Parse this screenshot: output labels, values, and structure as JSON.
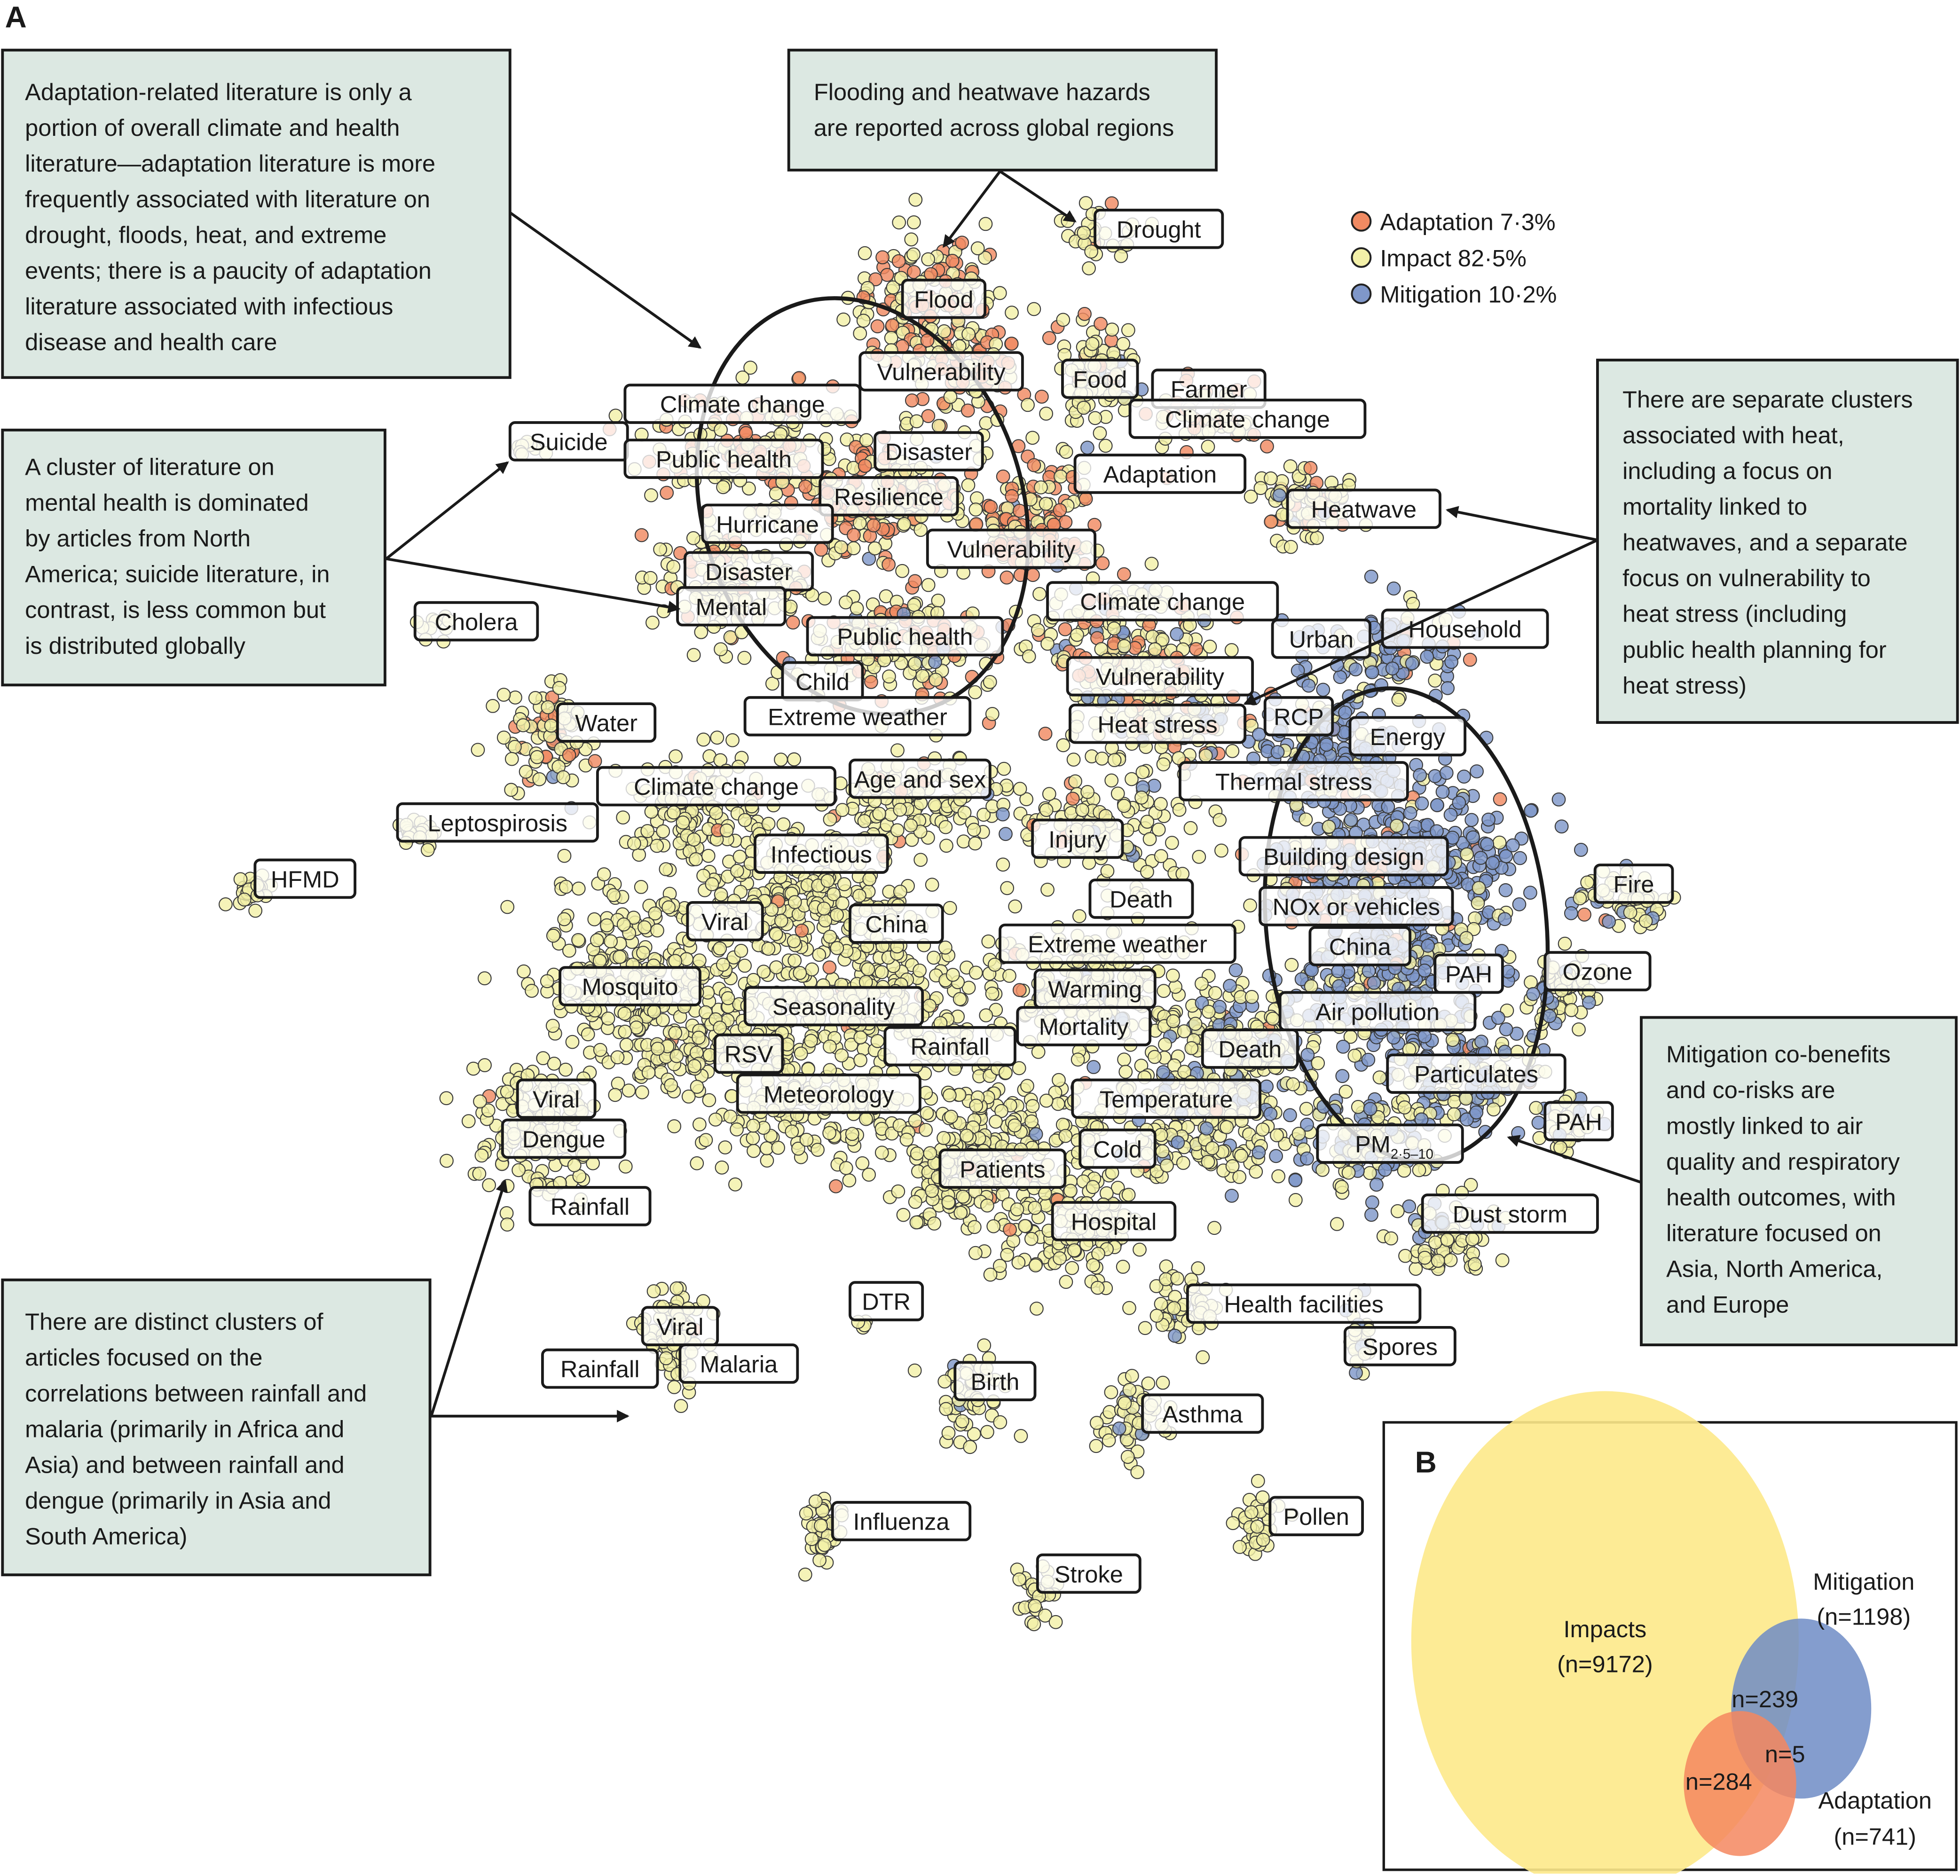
{
  "figure": {
    "panel_a_letter": "A",
    "panel_b_letter": "B"
  },
  "legend": {
    "items": [
      {
        "label": "Adaptation 7·3%",
        "category": "adaptation",
        "color": "#f08a62"
      },
      {
        "label": "Impact 82·5%",
        "category": "impact",
        "color": "#f3f0a8"
      },
      {
        "label": "Mitigation 10·2%",
        "category": "mitigation",
        "color": "#7f97c9"
      }
    ]
  },
  "callouts": {
    "adaptation": {
      "lines": [
        "Adaptation-related literature is only a",
        "portion of overall climate and health",
        "literature—adaptation literature is more",
        "frequently associated with literature on",
        "drought, floods, heat, and extreme",
        "events; there is a paucity of adaptation",
        "literature associated with infectious",
        "disease and health care"
      ]
    },
    "flooding": {
      "lines": [
        "Flooding and heatwave hazards",
        "are reported across global regions"
      ]
    },
    "mental": {
      "lines": [
        "A cluster of literature on",
        "mental health is dominated",
        "by articles from North",
        "America; suicide literature, in",
        "contrast, is less common but",
        "is distributed globally"
      ]
    },
    "heat": {
      "lines": [
        "There are separate clusters",
        "associated with heat,",
        "including a focus on",
        "mortality linked to",
        "heatwaves, and a separate",
        "focus on vulnerability to",
        "heat stress (including",
        "public health planning for",
        "heat stress)"
      ]
    },
    "mitigation": {
      "lines": [
        "Mitigation co-benefits",
        "and co-risks are",
        "mostly linked to air",
        "quality and respiratory",
        "health outcomes, with",
        "literature focused on",
        "Asia, North America,",
        "and Europe"
      ]
    },
    "rainfall": {
      "lines": [
        "There are distinct clusters of",
        "articles focused on the",
        "correlations between rainfall and",
        "malaria (primarily in Africa and",
        "Asia) and between rainfall and",
        "dengue (primarily in Asia and",
        "South America)"
      ]
    }
  },
  "topic_labels": [
    "Drought",
    "Flood",
    "Vulnerability",
    "Food",
    "Farmer",
    "Climate change",
    "Climate change",
    "Suicide",
    "Public health",
    "Disaster",
    "Adaptation",
    "Resilience",
    "Hurricane",
    "Vulnerability",
    "Heatwave",
    "Disaster",
    "Mental",
    "Climate change",
    "Cholera",
    "Public health",
    "Urban",
    "Household",
    "Child",
    "Vulnerability",
    "Extreme weather",
    "Heat stress",
    "RCP",
    "Water",
    "Energy",
    "Climate change",
    "Age and sex",
    "Thermal stress",
    "Leptospirosis",
    "Injury",
    "Infectious",
    "Building design",
    "HFMD",
    "Death",
    "NOx or vehicles",
    "Fire",
    "Viral",
    "China",
    "Extreme weather",
    "China",
    "PAH",
    "Ozone",
    "Mosquito",
    "Warming",
    "Seasonality",
    "Air pollution",
    "Mortality",
    "Rainfall",
    "RSV",
    "Death",
    "Meteorology",
    "Particulates",
    "Temperature",
    "Viral",
    "PAH",
    "Dengue",
    "Cold",
    "PM",
    "Patients",
    "Hospital",
    "Rainfall",
    "Dust storm",
    "DTR",
    "Health facilities",
    "Viral",
    "Spores",
    "Malaria",
    "Rainfall",
    "Birth",
    "Asthma",
    "Influenza",
    "Pollen",
    "Stroke"
  ],
  "pm_subscript": "2·5–10",
  "chart_data": [
    {
      "type": "scatter",
      "title": "Topic map of climate and health literature",
      "xlabel": "",
      "ylabel": "",
      "grid": false,
      "legend_placement": "top-right",
      "series": [
        {
          "name": "Adaptation",
          "share_percent": 7.3,
          "color": "#f08a62"
        },
        {
          "name": "Impact",
          "share_percent": 82.5,
          "color": "#f3f0a8"
        },
        {
          "name": "Mitigation",
          "share_percent": 10.2,
          "color": "#7f97c9"
        }
      ],
      "cluster_labels_source": "topic_labels"
    },
    {
      "type": "venn",
      "title": "",
      "sets": [
        {
          "name": "Impacts",
          "label": "Impacts",
          "n_label": "(n=9172)",
          "n": 9172,
          "color": "#fde98a"
        },
        {
          "name": "Mitigation",
          "label": "Mitigation",
          "n_label": "(n=1198)",
          "n": 1198,
          "color": "#6f8cc6"
        },
        {
          "name": "Adaptation",
          "label": "Adaptation",
          "n_label": "(n=741)",
          "n": 741,
          "color": "#f5875f"
        }
      ],
      "overlaps": [
        {
          "sets": [
            "Impacts",
            "Mitigation"
          ],
          "label": "n=239",
          "n": 239
        },
        {
          "sets": [
            "Impacts",
            "Adaptation"
          ],
          "label": "n=284",
          "n": 284
        },
        {
          "sets": [
            "Mitigation",
            "Adaptation"
          ],
          "label": "n=5",
          "n": 5
        }
      ]
    }
  ]
}
